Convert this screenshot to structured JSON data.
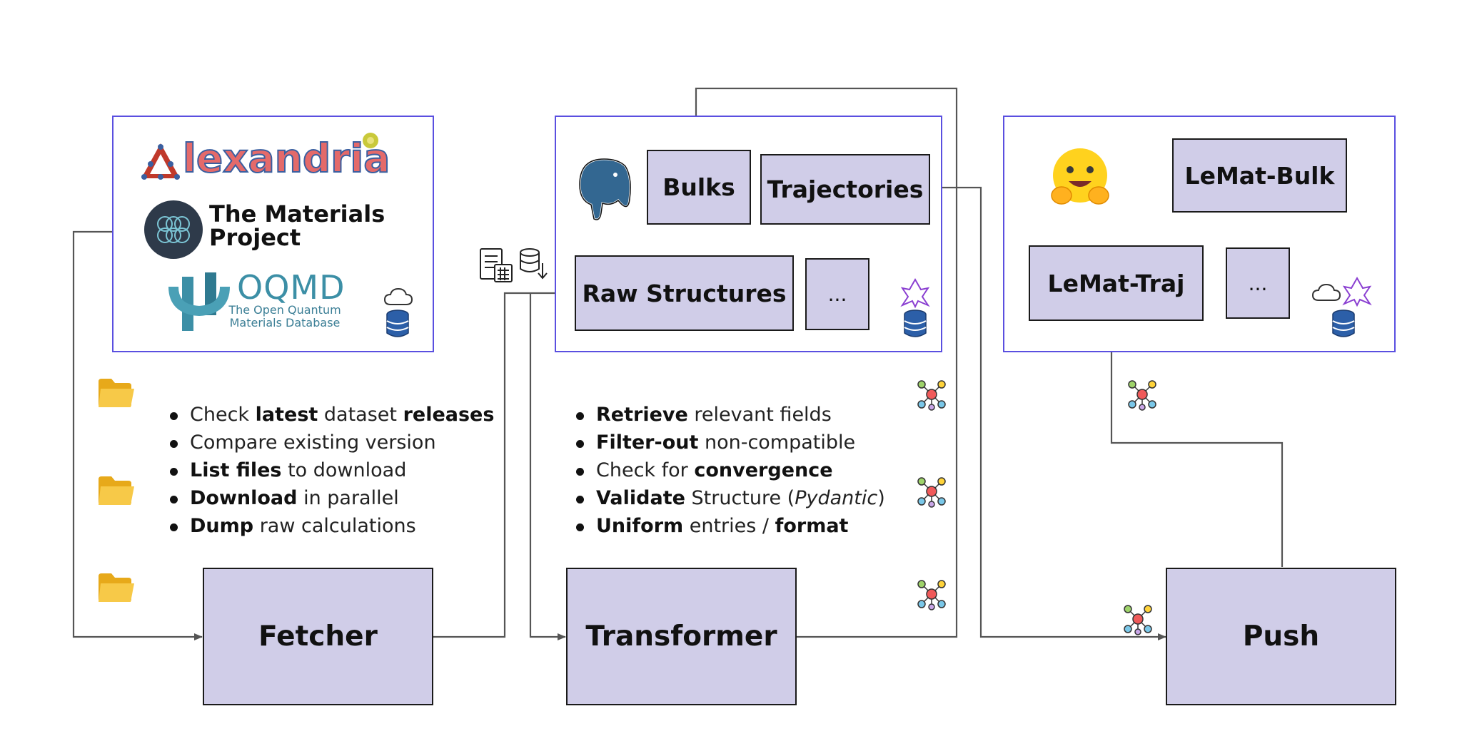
{
  "sources": {
    "alexandria": "lexandria",
    "materials_project": [
      "The Materials",
      "Project"
    ],
    "oqmd": "OQMD",
    "oqmd_sub": [
      "The Open Quantum",
      "Materials Database"
    ]
  },
  "nodes": {
    "fetcher": "Fetcher",
    "transformer": "Transformer",
    "push": "Push",
    "bulks": "Bulks",
    "trajectories": "Trajectories",
    "raw_structures": "Raw Structures",
    "db_more": "...",
    "lemat_bulk": "LeMat-Bulk",
    "lemat_traj": "LeMat-Traj",
    "hf_more": "..."
  },
  "fetcher_steps": [
    [
      {
        "t": "Check ",
        "b": false
      },
      {
        "t": "latest",
        "b": true
      },
      {
        "t": " dataset ",
        "b": false
      },
      {
        "t": "releases",
        "b": true
      }
    ],
    [
      {
        "t": "Compare existing version",
        "b": false
      }
    ],
    [
      {
        "t": "List files",
        "b": true
      },
      {
        "t": " to download",
        "b": false
      }
    ],
    [
      {
        "t": "Download",
        "b": true
      },
      {
        "t": " in parallel",
        "b": false
      }
    ],
    [
      {
        "t": "Dump",
        "b": true
      },
      {
        "t": " raw calculations",
        "b": false
      }
    ]
  ],
  "transformer_steps": [
    [
      {
        "t": "Retrieve",
        "b": true
      },
      {
        "t": " relevant fields",
        "b": false
      }
    ],
    [
      {
        "t": "Filter-out",
        "b": true
      },
      {
        "t": " non-compatible",
        "b": false
      }
    ],
    [
      {
        "t": "Check for ",
        "b": false
      },
      {
        "t": "convergence",
        "b": true
      }
    ],
    [
      {
        "t": "Validate",
        "b": true
      },
      {
        "t": " Structure (",
        "b": false
      },
      {
        "t": "Pydantic",
        "b": false,
        "i": true
      },
      {
        "t": ")",
        "b": false
      }
    ],
    [
      {
        "t": "Uniform",
        "b": true
      },
      {
        "t": " entries / ",
        "b": false
      },
      {
        "t": "format",
        "b": true
      }
    ]
  ],
  "colors": {
    "panel_border": "#5a4fe0",
    "node_fill": "#d0cde8",
    "arrow": "#555555",
    "folder": "#f5c13b",
    "database": "#2c5fa8"
  },
  "icons": [
    "alexandria-logo",
    "materials-project-logo",
    "oqmd-logo",
    "cloud-icon",
    "database-icon",
    "postgres-elephant-icon",
    "huggingface-logo",
    "folder-icon",
    "spreadsheet-calculator-icon",
    "database-download-icon",
    "dask-icon",
    "ray-cluster-icon"
  ]
}
